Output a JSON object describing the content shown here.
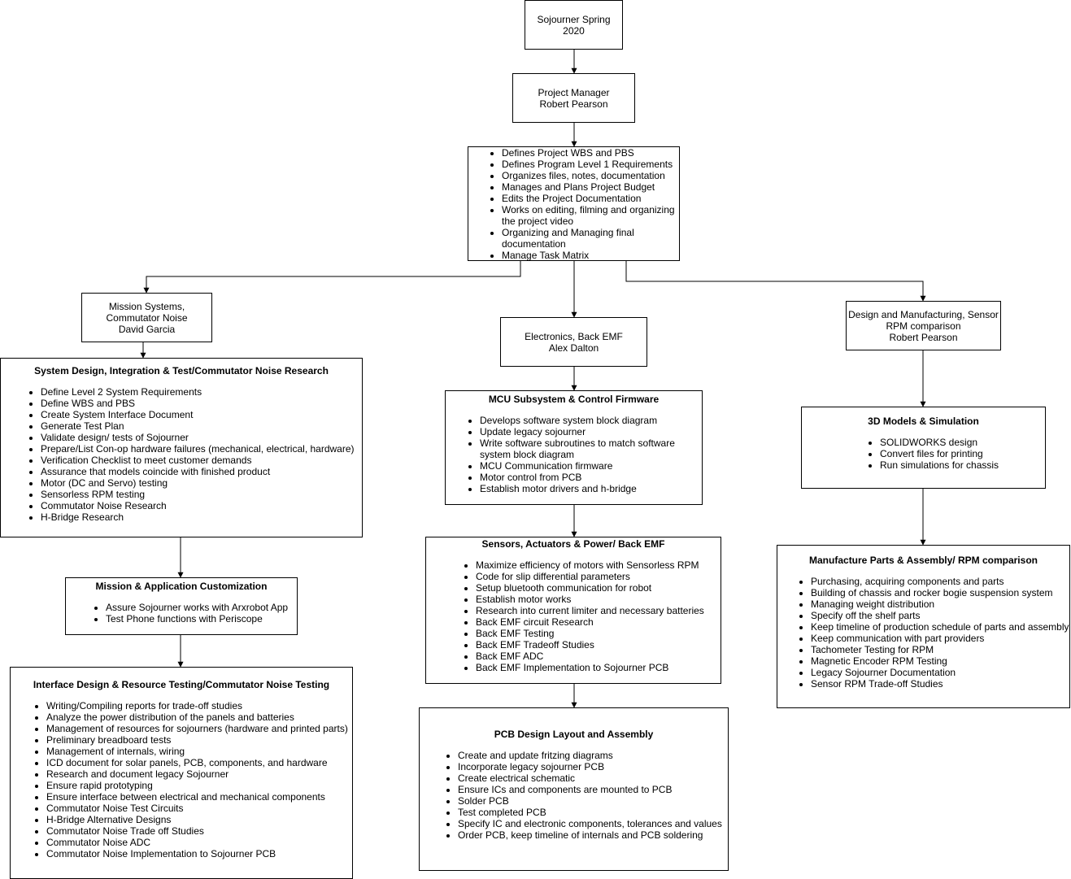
{
  "root": {
    "line1": "Sojourner Spring",
    "line2": "2020"
  },
  "pm": {
    "line1": "Project Manager",
    "line2": "Robert Pearson"
  },
  "pm_duties": [
    "Defines Project WBS and PBS",
    "Defines Program Level 1 Requirements",
    "Organizes files, notes, documentation",
    "Manages and Plans Project Budget",
    "Edits the Project Documentation",
    "Works on editing, filming and organizing the project video",
    "Organizing and Managing final documentation",
    "Manage Task Matrix"
  ],
  "mission": {
    "line1": "Mission Systems,",
    "line2": "Commutator Noise",
    "line3": "David Garcia"
  },
  "system_design": {
    "title": "System Design, Integration & Test/Commutator Noise Research",
    "items": [
      "Define Level 2 System Requirements",
      "Define WBS and PBS",
      "Create System Interface Document",
      "Generate Test Plan",
      "Validate design/ tests of Sojourner",
      "Prepare/List Con-op hardware failures (mechanical, electrical, hardware)",
      "Verification Checklist to meet customer demands",
      "Assurance that models coincide with finished product",
      "Motor (DC and Servo) testing",
      "Sensorless RPM testing",
      "Commutator Noise Research",
      "H-Bridge Research"
    ]
  },
  "mission_app": {
    "title": "Mission & Application Customization",
    "items": [
      "Assure Sojourner works with Arxrobot App",
      "Test Phone functions with Periscope"
    ]
  },
  "interface": {
    "title": "Interface Design & Resource Testing/Commutator Noise Testing",
    "items": [
      "Writing/Compiling reports for trade-off studies",
      "Analyze the power distribution of the panels and batteries",
      "Management of resources for sojourners (hardware and printed parts)",
      "Preliminary breadboard tests",
      "Management of internals, wiring",
      "ICD document for solar panels, PCB, components, and hardware",
      "Research and document legacy Sojourner",
      "Ensure rapid prototyping",
      "Ensure interface between electrical and mechanical components",
      "Commutator Noise Test Circuits",
      "H-Bridge Alternative Designs",
      "Commutator Noise Trade off Studies",
      "Commutator Noise ADC",
      "Commutator Noise Implementation to Sojourner PCB"
    ]
  },
  "electronics": {
    "line1": "Electronics, Back EMF",
    "line2": "Alex Dalton"
  },
  "mcu": {
    "title": "MCU Subsystem & Control Firmware",
    "items": [
      "Develops software system block diagram",
      "Update legacy sojourner",
      "Write software subroutines to match software system block diagram",
      "MCU Communication firmware",
      "Motor control from PCB",
      "Establish motor drivers and h-bridge"
    ]
  },
  "sensors": {
    "title": "Sensors, Actuators & Power/ Back EMF",
    "items": [
      "Maximize efficiency of motors with Sensorless RPM",
      "Code for slip differential parameters",
      "Setup bluetooth communication for robot",
      "Establish motor works",
      "Research into current limiter and necessary batteries",
      "Back EMF circuit Research",
      "Back EMF Testing",
      "Back EMF Tradeoff Studies",
      "Back EMF ADC",
      "Back EMF Implementation to Sojourner PCB"
    ]
  },
  "pcb": {
    "title": "PCB Design Layout and Assembly",
    "items": [
      "Create and update fritzing diagrams",
      "Incorporate legacy sojourner PCB",
      "Create electrical schematic",
      "Ensure ICs and components are mounted to PCB",
      "Solder PCB",
      "Test completed PCB",
      "Specify IC and electronic components, tolerances and values",
      "Order PCB, keep timeline of internals and PCB soldering"
    ]
  },
  "design_mfg": {
    "line1": "Design and Manufacturing, Sensor",
    "line2": "RPM comparison",
    "line3": "Robert Pearson"
  },
  "models3d": {
    "title": "3D Models & Simulation",
    "items": [
      "SOLIDWORKS design",
      "Convert files for printing",
      "Run simulations for chassis"
    ]
  },
  "manufacture": {
    "title": "Manufacture Parts & Assembly/ RPM comparison",
    "items": [
      "Purchasing, acquiring components and parts",
      "Building of chassis and rocker bogie suspension system",
      "Managing weight distribution",
      "Specify off the shelf parts",
      "Keep timeline of production schedule of parts and assembly",
      "Keep communication with part providers",
      "Tachometer Testing for RPM",
      "Magnetic Encoder RPM Testing",
      "Legacy Sojourner Documentation",
      "Sensor RPM Trade-off Studies"
    ]
  }
}
